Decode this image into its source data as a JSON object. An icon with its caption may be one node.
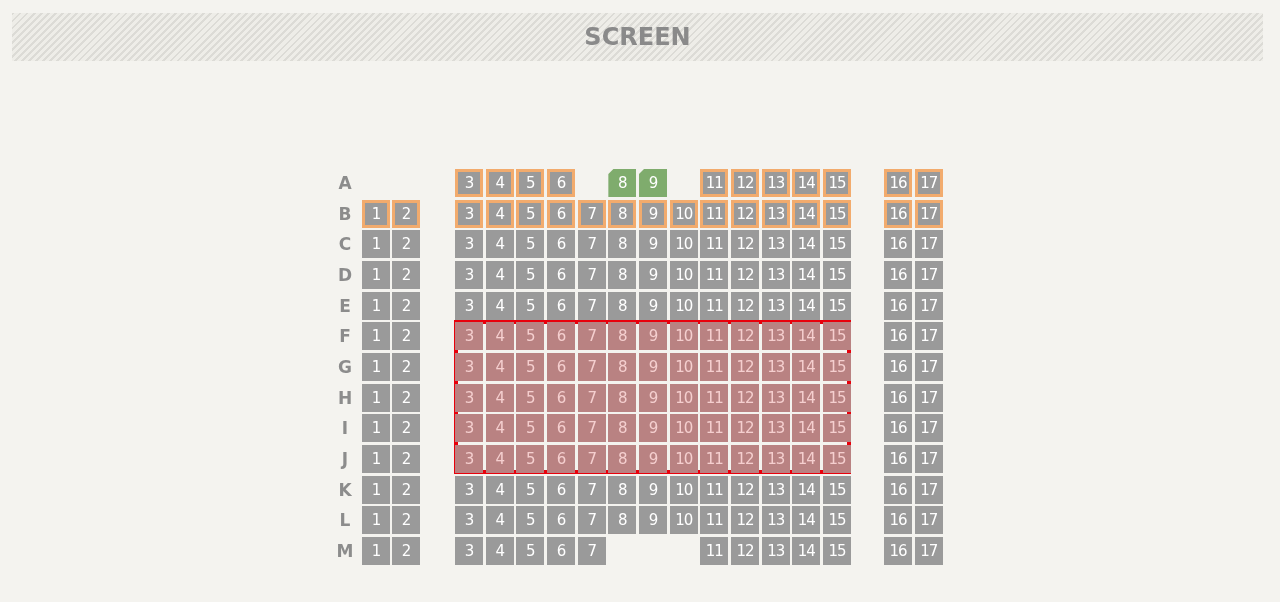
{
  "diagram": {
    "nodes": [
      {
        "text": [
          "3"
        ]
      },
      {
        "text": [
          "4"
        ]
      },
      {
        "text": [
          "5"
        ]
      },
      {
        "text": [
          "6"
        ]
      },
      {
        "text": [
          "8"
        ]
      },
      {
        "text": [
          "9"
        ]
      },
      {
        "text": [
          "11"
        ]
      },
      {
        "text": [
          "12"
        ]
      },
      {
        "text": [
          "13"
        ]
      },
      {
        "text": [
          "14"
        ]
      },
      {
        "text": [
          "15"
        ]
      },
      {
        "text": [
          "16"
        ]
      },
      {
        "text": [
          "17"
        ]
      },
      {
        "text": [
          "1"
        ]
      },
      {
        "text": [
          "2"
        ]
      },
      {
        "text": [
          "3"
        ]
      },
      {
        "text": [
          "4"
        ]
      },
      {
        "text": [
          "5"
        ]
      },
      {
        "text": [
          "6"
        ]
      },
      {
        "text": [
          "7"
        ]
      },
      {
        "text": [
          "8"
        ]
      },
      {
        "text": [
          "9"
        ]
      },
      {
        "text": [
          "10"
        ]
      },
      {
        "text": [
          "11"
        ]
      },
      {
        "text": [
          "12"
        ]
      },
      {
        "text": [
          "13"
        ]
      },
      {
        "text": [
          "14"
        ]
      },
      {
        "text": [
          "15"
        ]
      },
      {
        "text": [
          "16"
        ]
      },
      {
        "text": [
          "17"
        ]
      },
      {
        "text": [
          "1"
        ]
      },
      {
        "text": [
          "2"
        ]
      },
      {
        "text": [
          "3"
        ]
      },
      {
        "text": [
          "4"
        ]
      },
      {
        "text": [
          "5"
        ]
      },
      {
        "text": [
          "6"
        ]
      },
      {
        "text": [
          "7"
        ]
      },
      {
        "text": [
          "8"
        ]
      },
      {
        "text": [
          "9"
        ]
      },
      {
        "text": [
          "10"
        ]
      },
      {
        "text": [
          "11"
        ]
      },
      {
        "text": [
          "12"
        ]
      },
      {
        "text": [
          "13"
        ]
      },
      {
        "text": [
          "14"
        ]
      },
      {
        "text": [
          "15"
        ]
      },
      {
        "text": [
          "16"
        ]
      },
      {
        "text": [
          "17"
        ]
      },
      {
        "text": [
          "1"
        ]
      },
      {
        "text": [
          "2"
        ]
      },
      {
        "text": [
          "3"
        ]
      },
      {
        "text": [
          "4"
        ]
      },
      {
        "text": [
          "5"
        ]
      },
      {
        "text": [
          "6"
        ]
      },
      {
        "text": [
          "7"
        ]
      },
      {
        "text": [
          "8"
        ]
      },
      {
        "text": [
          "9"
        ]
      },
      {
        "text": [
          "10"
        ]
      },
      {
        "text": [
          "11"
        ]
      },
      {
        "text": [
          "12"
        ]
      },
      {
        "text": [
          "13"
        ]
      },
      {
        "text": [
          "14"
        ]
      },
      {
        "text": [
          "15"
        ]
      },
      {
        "text": [
          "16"
        ]
      },
      {
        "text": [
          "17"
        ]
      },
      {
        "text": [
          "1"
        ]
      },
      {
        "text": [
          "2"
        ]
      },
      {
        "text": [
          "3"
        ]
      },
      {
        "text": [
          "4"
        ]
      },
      {
        "text": [
          "5"
        ]
      },
      {
        "text": [
          "6"
        ]
      },
      {
        "text": [
          "7"
        ]
      },
      {
        "text": [
          "8"
        ]
      },
      {
        "text": [
          "9"
        ]
      },
      {
        "text": [
          "10"
        ]
      },
      {
        "text": [
          "11"
        ]
      },
      {
        "text": [
          "12"
        ]
      },
      {
        "text": [
          "13"
        ]
      },
      {
        "text": [
          "14"
        ]
      },
      {
        "text": [
          "15"
        ]
      },
      {
        "text": [
          "16"
        ]
      },
      {
        "text": [
          "17"
        ]
      },
      {
        "text": [],
        "shape": "box"
      },
      {
        "text": [
          "1"
        ]
      },
      {
        "text": [
          "2"
        ]
      },
      {
        "text": [
          "3"
        ],
        "in": 81
      },
      {
        "text": [
          "4"
        ],
        "in": 81
      },
      {
        "text": [
          "5"
        ],
        "in": 81
      },
      {
        "text": [
          "6"
        ],
        "in": 81
      },
      {
        "text": [
          "7"
        ],
        "in": 81
      },
      {
        "text": [
          "8"
        ],
        "in": 81
      },
      {
        "text": [
          "9"
        ],
        "in": 81
      },
      {
        "text": [
          "10"
        ],
        "in": 81
      },
      {
        "text": [
          "11"
        ],
        "in": 81
      },
      {
        "text": [
          "12"
        ],
        "in": 81
      },
      {
        "text": [
          "13"
        ],
        "in": 81
      },
      {
        "text": [
          "14"
        ],
        "in": 81
      },
      {
        "text": [
          "15"
        ],
        "in": 81
      },
      {
        "text": [
          "16"
        ]
      },
      {
        "text": [
          "17"
        ]
      },
      {
        "text": [
          "1"
        ]
      },
      {
        "text": [
          "2"
        ]
      },
      {
        "text": [
          "3"
        ],
        "in": 81
      },
      {
        "text": [
          "4"
        ],
        "in": 81
      },
      {
        "text": [
          "5"
        ],
        "in": 81
      },
      {
        "text": [
          "6"
        ],
        "in": 81
      },
      {
        "text": [
          "7"
        ],
        "in": 81
      },
      {
        "text": [
          "8"
        ],
        "in": 81
      },
      {
        "text": [
          "9"
        ],
        "in": 81
      },
      {
        "text": [
          "10"
        ],
        "in": 81
      },
      {
        "text": [
          "11"
        ],
        "in": 81
      },
      {
        "text": [
          "12"
        ],
        "in": 81
      },
      {
        "text": [
          "13"
        ],
        "in": 81
      },
      {
        "text": [
          "14"
        ],
        "in": 81
      },
      {
        "text": [
          "15"
        ],
        "in": 81
      },
      {
        "text": [
          "16"
        ]
      },
      {
        "text": [
          "17"
        ]
      },
      {
        "text": [
          "1"
        ]
      },
      {
        "text": [
          "2"
        ]
      },
      {
        "text": [
          "3"
        ],
        "in": 81
      },
      {
        "text": [
          "4"
        ],
        "in": 81
      },
      {
        "text": [
          "5"
        ],
        "in": 81
      },
      {
        "text": [
          "6"
        ],
        "in": 81
      },
      {
        "text": [
          "7"
        ],
        "in": 81
      },
      {
        "text": [
          "8"
        ],
        "in": 81
      },
      {
        "text": [
          "9"
        ],
        "in": 81
      },
      {
        "text": [
          "10"
        ],
        "in": 81
      },
      {
        "text": [
          "11"
        ],
        "in": 81
      },
      {
        "text": [
          "12"
        ],
        "in": 81
      },
      {
        "text": [
          "13"
        ],
        "in": 81
      },
      {
        "text": [
          "14"
        ],
        "in": 81
      },
      {
        "text": [
          "15"
        ],
        "in": 81
      },
      {
        "text": [
          "16"
        ]
      },
      {
        "text": [
          "17"
        ]
      },
      {
        "text": [
          "1"
        ]
      },
      {
        "text": [
          "2"
        ]
      },
      {
        "text": [
          "3"
        ],
        "in": 81
      },
      {
        "text": [
          "4"
        ],
        "in": 81
      },
      {
        "text": [
          "5"
        ],
        "in": 81
      },
      {
        "text": [
          "6"
        ],
        "in": 81
      },
      {
        "text": [
          "7"
        ],
        "in": 81
      },
      {
        "text": [
          "8"
        ],
        "in": 81
      },
      {
        "text": [
          "9"
        ],
        "in": 81
      },
      {
        "text": [
          "10"
        ],
        "in": 81
      },
      {
        "text": [
          "11"
        ],
        "in": 81
      },
      {
        "text": [
          "12"
        ],
        "in": 81
      },
      {
        "text": [
          "13"
        ],
        "in": 81
      },
      {
        "text": [
          "14"
        ],
        "in": 81
      },
      {
        "text": [
          "15"
        ],
        "in": 81
      },
      {
        "text": [
          "16"
        ]
      },
      {
        "text": [
          "17"
        ]
      },
      {
        "text": [
          "1"
        ]
      },
      {
        "text": [
          "2"
        ]
      },
      {
        "text": [
          "3"
        ],
        "in": 81
      },
      {
        "text": [
          "4"
        ],
        "in": 81
      },
      {
        "text": [
          "5"
        ],
        "in": 81
      },
      {
        "text": [
          "6"
        ],
        "in": 81
      },
      {
        "text": [
          "7"
        ],
        "in": 81
      },
      {
        "text": [
          "8"
        ],
        "in": 81
      },
      {
        "text": [
          "9"
        ],
        "in": 81
      },
      {
        "text": [
          "10"
        ],
        "in": 81
      },
      {
        "text": [
          "11"
        ],
        "in": 81
      },
      {
        "text": [
          "12"
        ],
        "in": 81
      },
      {
        "text": [
          "13"
        ],
        "in": 81
      },
      {
        "text": [
          "14"
        ],
        "in": 81
      },
      {
        "text": [
          "15"
        ],
        "in": 81
      },
      {
        "text": [
          "16"
        ]
      },
      {
        "text": [
          "17"
        ]
      },
      {
        "text": [
          "1"
        ]
      },
      {
        "text": [
          "2"
        ]
      },
      {
        "text": [
          "3"
        ]
      },
      {
        "text": [
          "4"
        ]
      },
      {
        "text": [
          "5"
        ]
      },
      {
        "text": [
          "6"
        ]
      },
      {
        "text": [
          "7"
        ]
      },
      {
        "text": [
          "8"
        ]
      },
      {
        "text": [
          "9"
        ]
      },
      {
        "text": [
          "10"
        ]
      },
      {
        "text": [
          "11"
        ]
      },
      {
        "text": [
          "12"
        ]
      },
      {
        "text": [
          "13"
        ]
      },
      {
        "text": [
          "14"
        ]
      },
      {
        "text": [
          "15"
        ]
      },
      {
        "text": [
          "16"
        ]
      },
      {
        "text": [
          "17"
        ]
      },
      {
        "text": [
          "1"
        ]
      },
      {
        "text": [
          "2"
        ]
      },
      {
        "text": [
          "3"
        ]
      },
      {
        "text": [
          "4"
        ]
      },
      {
        "text": [
          "5"
        ]
      },
      {
        "text": [
          "6"
        ]
      },
      {
        "text": [
          "7"
        ]
      },
      {
        "text": [
          "8"
        ]
      },
      {
        "text": [
          "9"
        ]
      },
      {
        "text": [
          "10"
        ]
      },
      {
        "text": [
          "11"
        ]
      },
      {
        "text": [
          "12"
        ]
      },
      {
        "text": [
          "13"
        ]
      },
      {
        "text": [
          "14"
        ]
      },
      {
        "text": [
          "15"
        ]
      },
      {
        "text": [
          "16"
        ]
      },
      {
        "text": [
          "17"
        ]
      },
      {
        "text": [
          "1"
        ]
      },
      {
        "text": [
          "2"
        ]
      },
      {
        "text": [
          "3"
        ]
      },
      {
        "text": [
          "4"
        ]
      },
      {
        "text": [
          "5"
        ]
      },
      {
        "text": [
          "6"
        ]
      },
      {
        "text": [
          "7"
        ]
      },
      {
        "text": [
          "11"
        ]
      },
      {
        "text": [
          "12"
        ]
      },
      {
        "text": [
          "13"
        ]
      },
      {
        "text": [
          "14"
        ]
      },
      {
        "text": [
          "15"
        ]
      },
      {
        "text": [
          "16"
        ]
      },
      {
        "text": [
          "17"
        ]
      }
    ],
    "labels": [
      "SCREEN",
      "A",
      "B",
      "C",
      "D",
      "E",
      "F",
      "G",
      "H",
      "I",
      "J",
      "K",
      "L",
      "M"
    ]
  }
}
